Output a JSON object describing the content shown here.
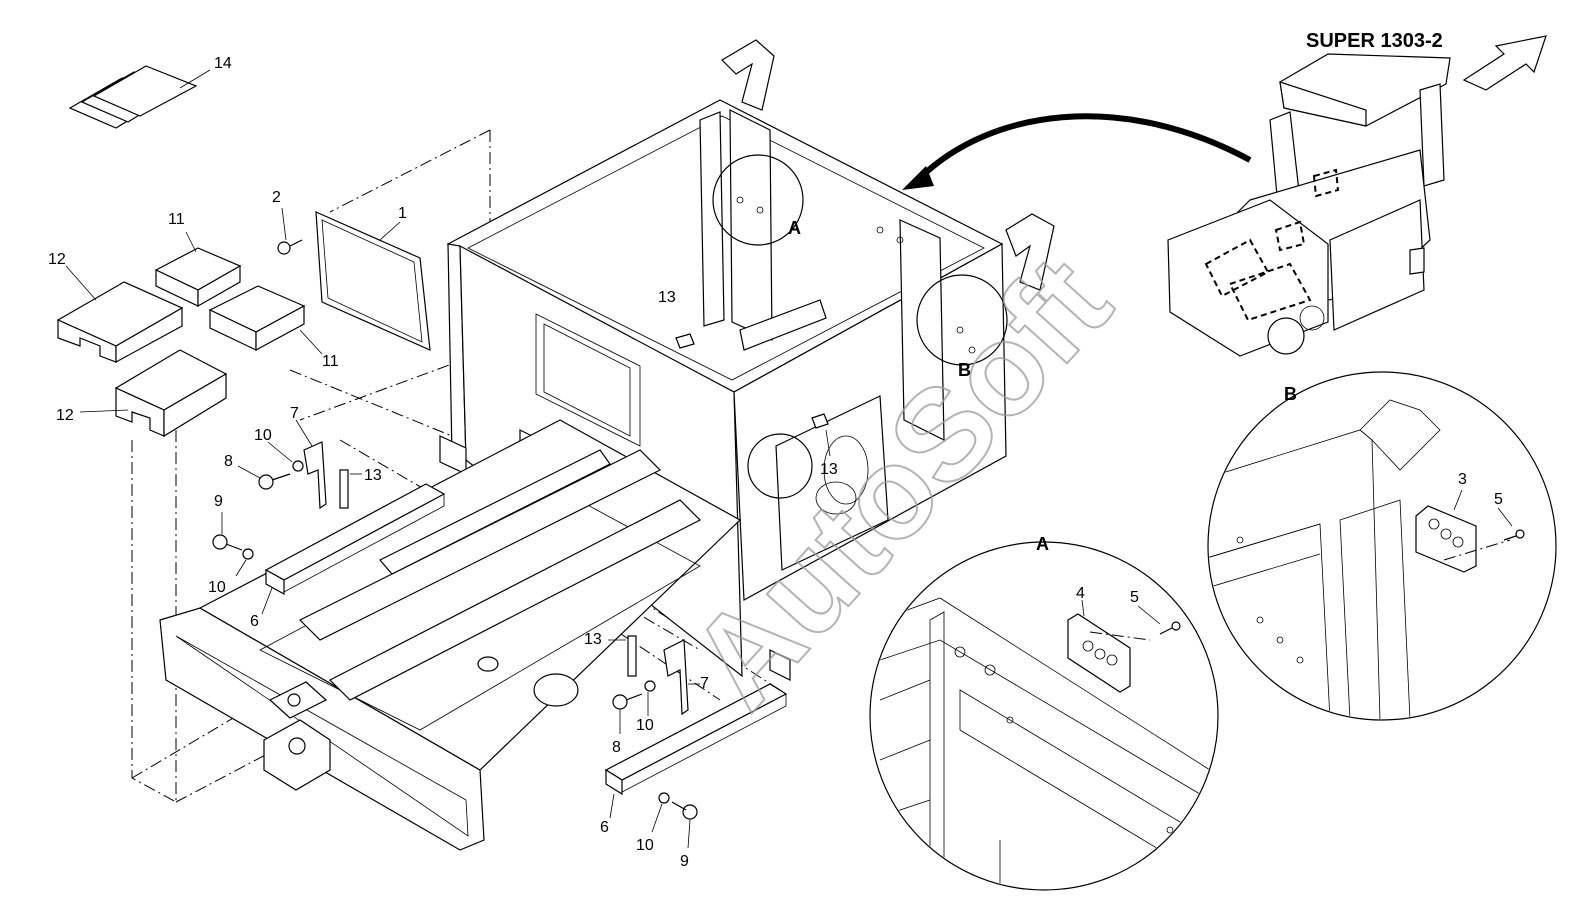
{
  "model_label": "SUPER 1303-2",
  "watermark": "AutoSoft",
  "detail_labels": {
    "a": "A",
    "b": "B"
  },
  "part_labels": {
    "p1": "1",
    "p2": "2",
    "p3": "3",
    "p4": "4",
    "p5a": "5",
    "p5b": "5",
    "p6a": "6",
    "p6b": "6",
    "p7a": "7",
    "p7b": "7",
    "p8a": "8",
    "p8b": "8",
    "p9a": "9",
    "p9b": "9",
    "p10a": "10",
    "p10b": "10",
    "p10c": "10",
    "p10d": "10",
    "p11a": "11",
    "p11b": "11",
    "p12a": "12",
    "p12b": "12",
    "p13a": "13",
    "p13b": "13",
    "p13c": "13",
    "p13d": "13",
    "p14": "14"
  }
}
